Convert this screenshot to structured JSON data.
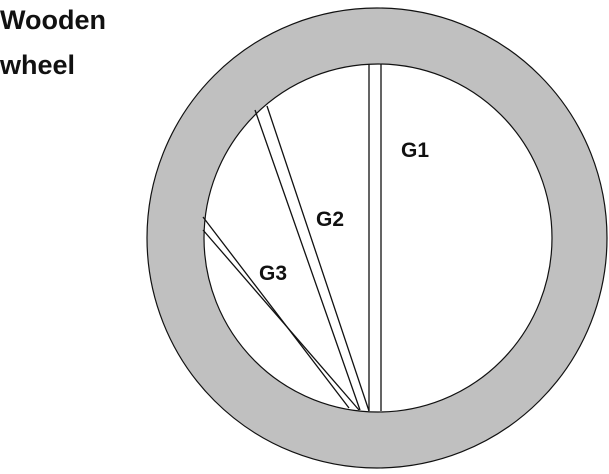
{
  "title_line1": "Wooden",
  "title_line2": "wheel",
  "labels": {
    "g1": "G1",
    "g2": "G2",
    "g3": "G3"
  },
  "colors": {
    "rim": "#c0c0c0",
    "stroke": "#111111",
    "inner": "#ffffff"
  }
}
